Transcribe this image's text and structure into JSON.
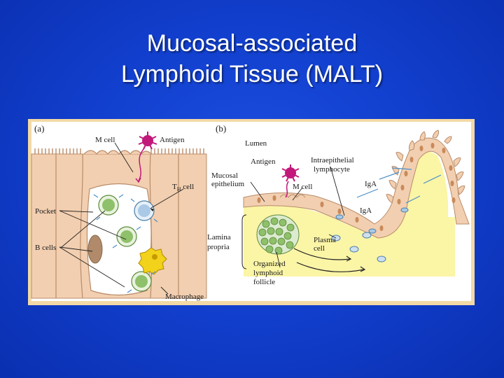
{
  "slide": {
    "title_line1": "Mucosal-associated",
    "title_line2": "Lymphoid Tissue (MALT)"
  },
  "panel_a": {
    "tag": "(a)",
    "labels": {
      "m_cell": "M cell",
      "antigen": "Antigen",
      "th_cell_main": "T",
      "th_cell_sub": "H",
      "th_cell_rest": " cell",
      "pocket": "Pocket",
      "b_cells": "B cells",
      "macrophage": "Macrophage"
    }
  },
  "panel_b": {
    "tag": "(b)",
    "labels": {
      "lumen": "Lumen",
      "antigen": "Antigen",
      "intraepithelial_1": "Intraepithelial",
      "intraepithelial_2": "lymphocyte",
      "mucosal_1": "Mucosal",
      "mucosal_2": "epithelium",
      "m_cell": "M cell",
      "iga_1": "IgA",
      "iga_2": "IgA",
      "lamina_1": "Lamina",
      "lamina_2": "propria",
      "plasma_1": "Plasma",
      "plasma_2": "cell",
      "follicle_1": "Organized",
      "follicle_2": "lymphoid",
      "follicle_3": "follicle"
    }
  },
  "colors": {
    "background": "#1240cf",
    "title_text": "#ffffff",
    "figure_border": "#f3d9a6",
    "panel_a_bg": "#ffffff",
    "epithelium": "#f2cfb0",
    "lamina_propria": "#fbf5a6",
    "antigen": "#c2187a",
    "b_cell": "#8fc06a",
    "th_cell": "#a9c9e6",
    "macrophage": "#f2d21a",
    "arrow_blue": "#4a8fc8"
  }
}
